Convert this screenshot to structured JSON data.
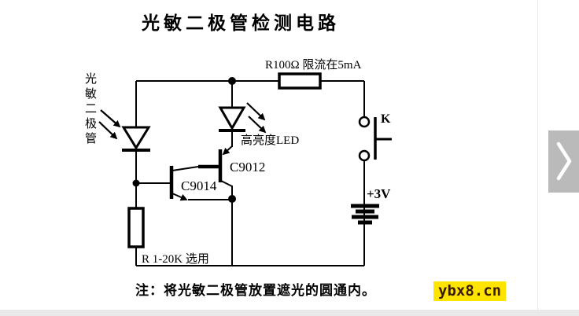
{
  "title": "光敏二极管检测电路",
  "circuit": {
    "photodiode_label": "光敏二极管",
    "top_resistor_label": "R100Ω 限流在5mA",
    "led_label": "高亮度LED",
    "pnp_transistor_label": "C9012",
    "npn_transistor_label": "C9014",
    "switch_label": "K",
    "battery_label": "+3V",
    "bottom_resistor_label": "R 1-20K 选用"
  },
  "note": "注：将光敏二极管放置遮光的圆通内。",
  "watermark": {
    "text": "ybx8.cn",
    "highlight_color": "#ffe400",
    "text_color": "#3a1d00"
  },
  "colors": {
    "background": "#ffffff",
    "line": "#000000",
    "bottom_strip": "#e9e9e9",
    "next_button_bg": "#bababa",
    "next_button_chevron": "#ffffff"
  }
}
